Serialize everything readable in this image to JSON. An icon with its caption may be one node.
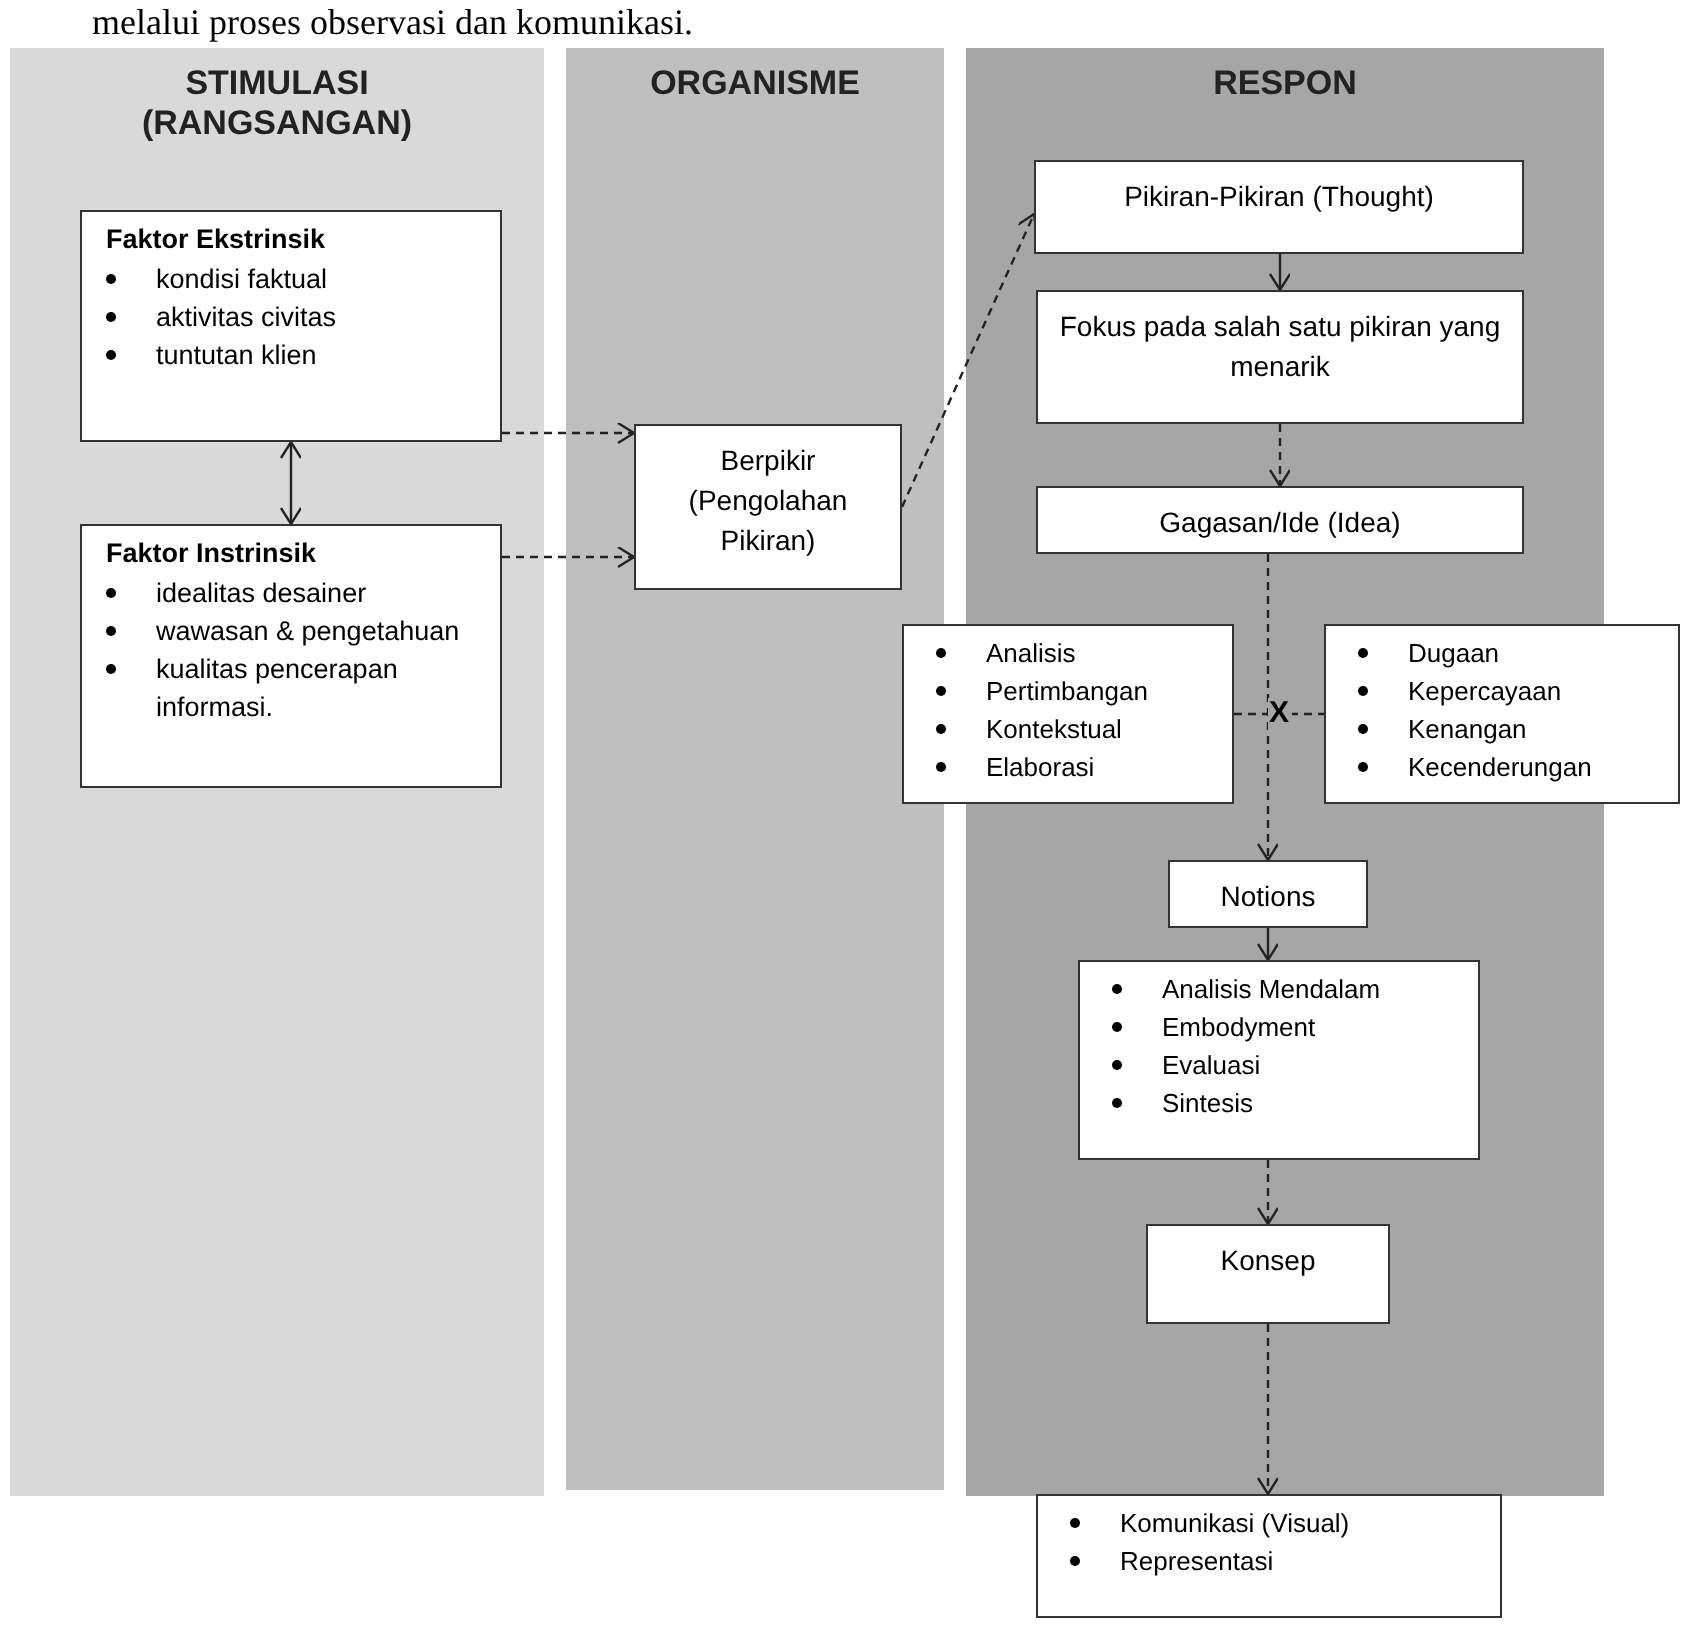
{
  "diagram": {
    "nodes": [
      {
        "text": [
          "STIMULASI (RANGSANGAN)"
        ]
      },
      {
        "text": [
          "ORGANISME"
        ]
      },
      {
        "text": [
          "RESPON"
        ]
      },
      {
        "text": [
          "Faktor Ekstrinsik",
          "kondisi faktual",
          "aktivitas civitas",
          "tuntutan klien"
        ],
        "in": 0
      },
      {
        "text": [
          "Faktor Instrinsik",
          "idealitas desainer",
          "wawasan & pengetahuan",
          "kualitas pencerapan informasi."
        ],
        "in": 0
      },
      {
        "text": [
          "Berpikir (Pengolahan Pikiran)"
        ],
        "in": 1
      },
      {
        "text": [
          "Pikiran-Pikiran (Thought)"
        ],
        "in": 2
      },
      {
        "text": [
          "Fokus pada salah satu pikiran yang menarik"
        ],
        "in": 2
      },
      {
        "text": [
          "Gagasan/Ide (Idea)"
        ],
        "in": 2
      },
      {
        "text": [
          "Analisis",
          "Pertimbangan",
          "Kontekstual",
          "Elaborasi"
        ]
      },
      {
        "text": [
          "Dugaan",
          "Kepercayaan",
          "Kenangan",
          "Kecenderungan"
        ]
      },
      {
        "text": [
          "Notions"
        ],
        "in": 2
      },
      {
        "text": [
          "Analisis Mendalam",
          "Embodyment",
          "Evaluasi",
          "Sintesis"
        ],
        "in": 2
      },
      {
        "text": [
          "Konsep"
        ],
        "in": 2
      },
      {
        "text": [
          "Komunikasi (Visual)",
          "Representasi"
        ]
      }
    ],
    "edges": [
      {
        "from": 3,
        "to": 4,
        "arrow": "both"
      },
      {
        "from": 3,
        "to": 5,
        "arrow": "to",
        "style": "dashed"
      },
      {
        "from": 4,
        "to": 5,
        "arrow": "to",
        "style": "dashed"
      },
      {
        "from": 5,
        "to": 6,
        "arrow": "to",
        "style": "dashed"
      },
      {
        "from": 6,
        "to": 7,
        "arrow": "to"
      },
      {
        "from": 7,
        "to": 8,
        "arrow": "to",
        "style": "dashed"
      },
      {
        "from": 8,
        "to": 11,
        "arrow": "to",
        "style": "dashed"
      },
      {
        "from": 9,
        "to": 10,
        "arrow": "none",
        "style": "dashed",
        "label": "X"
      },
      {
        "from": 11,
        "to": 12,
        "arrow": "to"
      },
      {
        "from": 12,
        "to": 13,
        "arrow": "to",
        "style": "dashed"
      },
      {
        "from": 13,
        "to": 14,
        "arrow": "to",
        "style": "dashed"
      }
    ],
    "labels": [
      "melalui proses observasi dan komunikasi."
    ]
  }
}
